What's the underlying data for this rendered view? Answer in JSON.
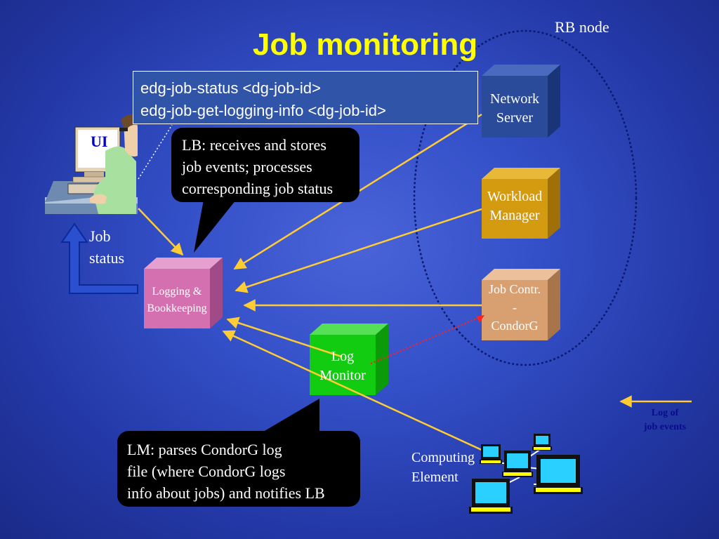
{
  "title": "Job monitoring",
  "rb_node_label": "RB node",
  "commands": [
    "edg-job-status <dg-job-id>",
    "edg-job-get-logging-info <dg-job-id>"
  ],
  "lb_bubble": [
    "LB: receives and stores",
    "job events; processes",
    "corresponding job status"
  ],
  "lm_bubble": [
    "LM: parses CondorG log",
    "file (where CondorG logs",
    "info about jobs) and notifies LB"
  ],
  "ui_label": "UI",
  "job_status": [
    "Job",
    "status"
  ],
  "boxes": {
    "network_server": [
      "Network",
      "Server"
    ],
    "workload_manager": [
      "Workload",
      "Manager"
    ],
    "job_controller": [
      "Job Contr.",
      "-",
      "CondorG"
    ],
    "logging_bookkeeping": [
      "Logging &",
      "Bookkeeping"
    ],
    "log_monitor": [
      "Log",
      "Monitor"
    ]
  },
  "computing_element": [
    "Computing",
    "Element"
  ],
  "legend": [
    "Log of",
    "job events"
  ],
  "colors": {
    "background": "#3450c8",
    "title": "#ffff00",
    "arrow": "#ffcc33",
    "network_server": "#2a4a9a",
    "workload_manager": "#d49a10",
    "job_controller": "#d8a070",
    "logging_bookkeeping": "#d470b0",
    "log_monitor": "#11cc11",
    "rb_ellipse": "#0a1a70",
    "status_arrow": "#2a50d0"
  }
}
